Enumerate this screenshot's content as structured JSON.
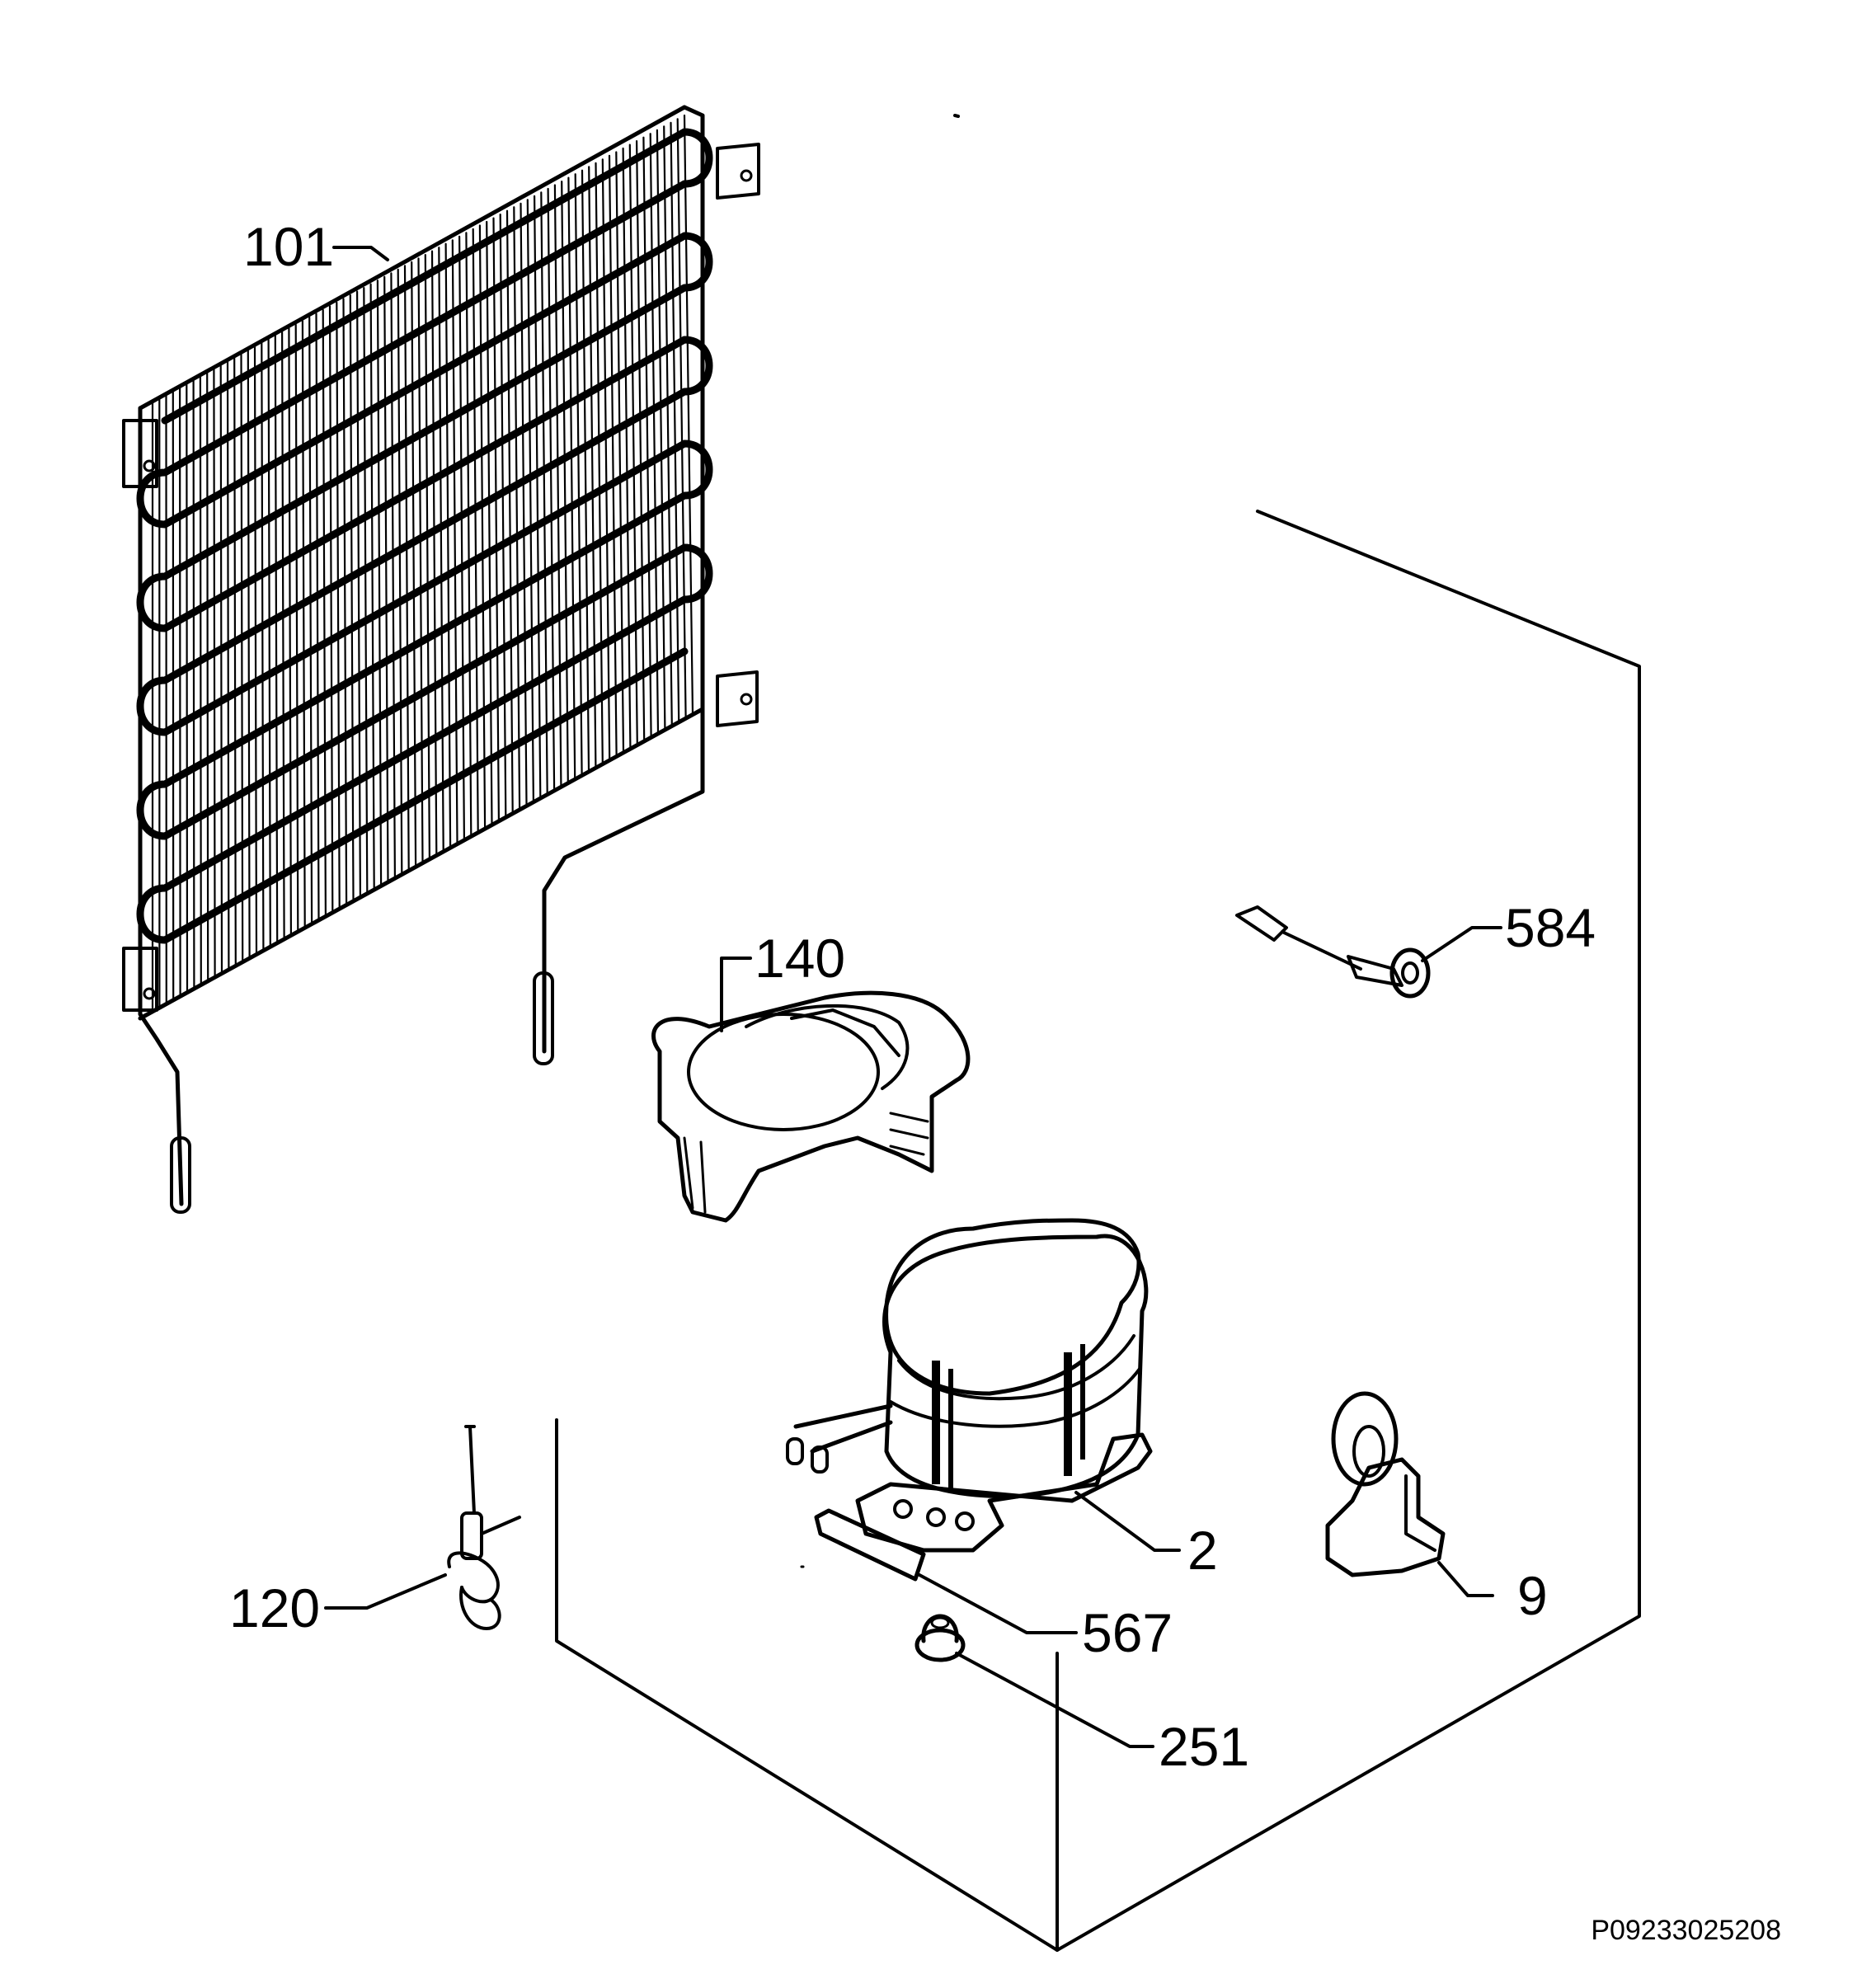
{
  "diagram": {
    "parts": [
      {
        "id": "101",
        "label": "101",
        "part": "condenser"
      },
      {
        "id": "140",
        "label": "140",
        "part": "drip-tray"
      },
      {
        "id": "584",
        "label": "584",
        "part": "sensor-clip"
      },
      {
        "id": "2",
        "label": "2",
        "part": "compressor"
      },
      {
        "id": "9",
        "label": "9",
        "part": "relay-clamp"
      },
      {
        "id": "120",
        "label": "120",
        "part": "capillary-filter"
      },
      {
        "id": "567",
        "label": "567",
        "part": "mounting-plate"
      },
      {
        "id": "251",
        "label": "251",
        "part": "rubber-grommet"
      }
    ],
    "drawing_code": "P09233025208"
  },
  "colors": {
    "line": "#000000",
    "background": "#ffffff"
  }
}
